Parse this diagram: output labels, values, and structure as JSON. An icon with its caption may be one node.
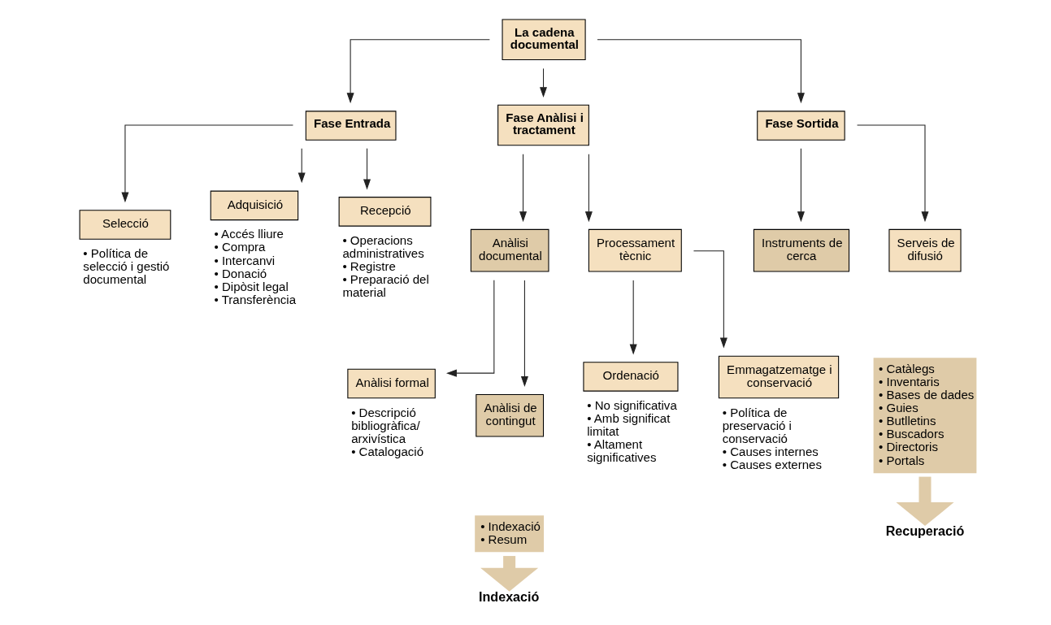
{
  "diagram": {
    "nodes": [
      {
        "text": [
          "La cadena documental"
        ]
      },
      {
        "text": [
          "Fase Entrada"
        ]
      },
      {
        "text": [
          "Fase Anàlisi i tractament"
        ]
      },
      {
        "text": [
          "Fase Sortida"
        ]
      },
      {
        "text": [
          "Selecció"
        ],
        "beside": [
          "• Política de selecció i gestió documental"
        ]
      },
      {
        "text": [
          "Adquisició"
        ],
        "beside": [
          "• Accés lliure",
          "• Compra",
          "• Intercanvi",
          "• Donació",
          "• Dipòsit legal",
          "• Transferència"
        ]
      },
      {
        "text": [
          "Recepció"
        ],
        "beside": [
          "• Operacions administratives",
          "• Registre",
          "• Preparació del material"
        ]
      },
      {
        "text": [
          "Anàlisi documental"
        ]
      },
      {
        "text": [
          "Processament tècnic"
        ]
      },
      {
        "text": [
          "Instruments de cerca"
        ]
      },
      {
        "text": [
          "Serveis de difusió"
        ]
      },
      {
        "text": [
          "Anàlisi formal"
        ],
        "beside": [
          "• Descripció bibliogràfica/ arxivística",
          "• Catalogació"
        ]
      },
      {
        "text": [
          "Anàlisi de contingut"
        ]
      },
      {
        "text": [
          "Ordenació"
        ],
        "beside": [
          "• No significativa",
          "• Amb significat limitat",
          "• Altament significatives"
        ]
      },
      {
        "text": [
          "Emmagatzematge i conservació"
        ],
        "beside": [
          "• Política de preservació i conservació",
          "• Causes internes",
          "• Causes externes"
        ]
      },
      {
        "text": [
          "• Indexació",
          "• Resum"
        ]
      },
      {
        "text": [
          "• Catàlegs",
          "• Inventaris",
          "• Bases de dades",
          "• Guies",
          "• Butlletins",
          "• Buscadors",
          "• Directoris",
          "• Portals"
        ]
      },
      {
        "text": [
          "Indexació"
        ]
      },
      {
        "text": [
          "Recuperació"
        ]
      }
    ],
    "edges": [
      {
        "from": 0,
        "to": 1,
        "arrow": "to"
      },
      {
        "from": 0,
        "to": 2,
        "arrow": "to"
      },
      {
        "from": 0,
        "to": 3,
        "arrow": "to"
      },
      {
        "from": 1,
        "to": 4,
        "arrow": "to"
      },
      {
        "from": 1,
        "to": 5,
        "arrow": "to"
      },
      {
        "from": 1,
        "to": 6,
        "arrow": "to"
      },
      {
        "from": 2,
        "to": 7,
        "arrow": "to"
      },
      {
        "from": 2,
        "to": 8,
        "arrow": "to"
      },
      {
        "from": 3,
        "to": 9,
        "arrow": "to"
      },
      {
        "from": 3,
        "to": 10,
        "arrow": "to"
      },
      {
        "from": 7,
        "to": 11,
        "arrow": "to"
      },
      {
        "from": 7,
        "to": 12,
        "arrow": "to"
      },
      {
        "from": 8,
        "to": 13,
        "arrow": "to"
      },
      {
        "from": 8,
        "to": 14,
        "arrow": "to"
      },
      {
        "from": 15,
        "to": 17,
        "arrow": "to",
        "style": "thick",
        "color": "#dfcba8"
      },
      {
        "from": 16,
        "to": 18,
        "arrow": "to",
        "style": "thick",
        "color": "#dfcba8"
      }
    ]
  }
}
